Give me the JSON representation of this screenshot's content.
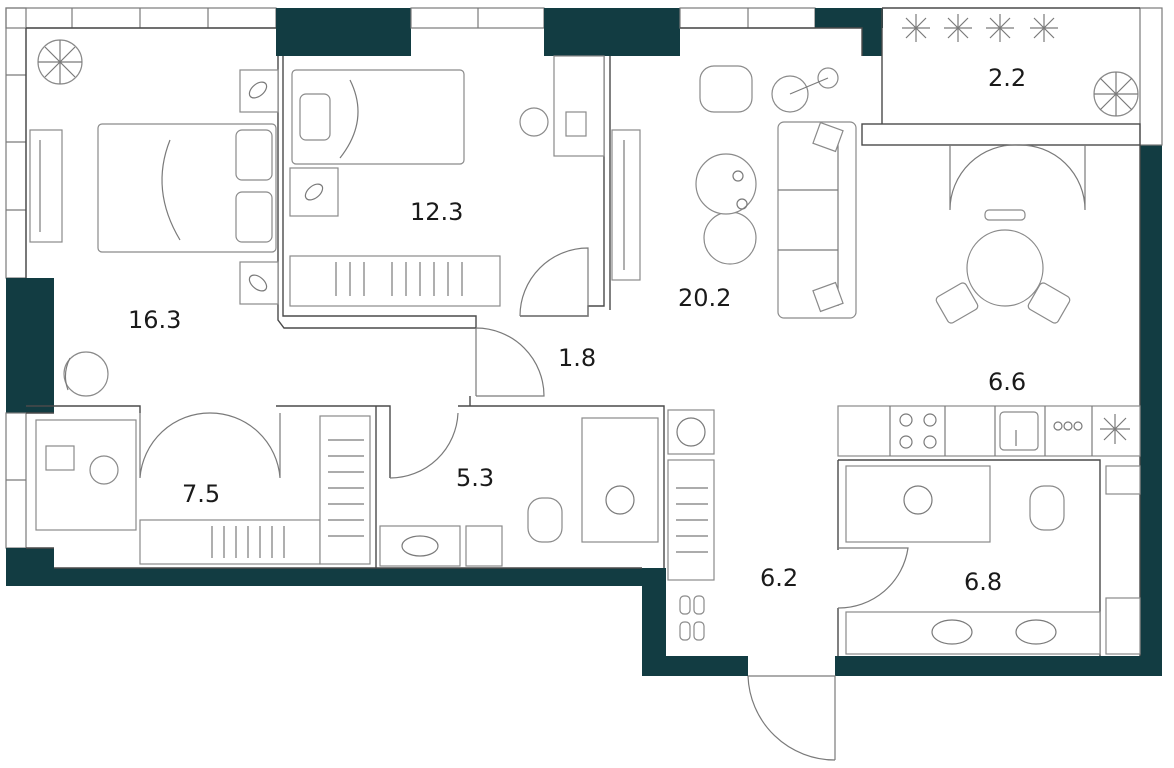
{
  "colors": {
    "wall": "#123c42",
    "line": "#7a7a7a",
    "label": "#1a1a1a",
    "background": "#ffffff"
  },
  "rooms": [
    {
      "id": "bedroom-large",
      "area": "16.3"
    },
    {
      "id": "bedroom-small",
      "area": "12.3"
    },
    {
      "id": "living-room",
      "area": "20.2"
    },
    {
      "id": "balcony",
      "area": "2.2"
    },
    {
      "id": "hall",
      "area": "1.8"
    },
    {
      "id": "kitchen",
      "area": "6.6"
    },
    {
      "id": "closet",
      "area": "7.5"
    },
    {
      "id": "bathroom-small",
      "area": "5.3"
    },
    {
      "id": "entrance",
      "area": "6.2"
    },
    {
      "id": "bathroom-large",
      "area": "6.8"
    }
  ],
  "icons": [
    "plant-icon",
    "bed-icon",
    "desk-icon",
    "chair-icon",
    "sofa-icon",
    "armchair-icon",
    "dining-table-icon",
    "stove-icon",
    "sink-icon",
    "toilet-icon",
    "shower-icon",
    "washing-machine-icon",
    "fridge-icon",
    "wardrobe-icon",
    "door-icon",
    "window-icon",
    "slippers-icon"
  ]
}
